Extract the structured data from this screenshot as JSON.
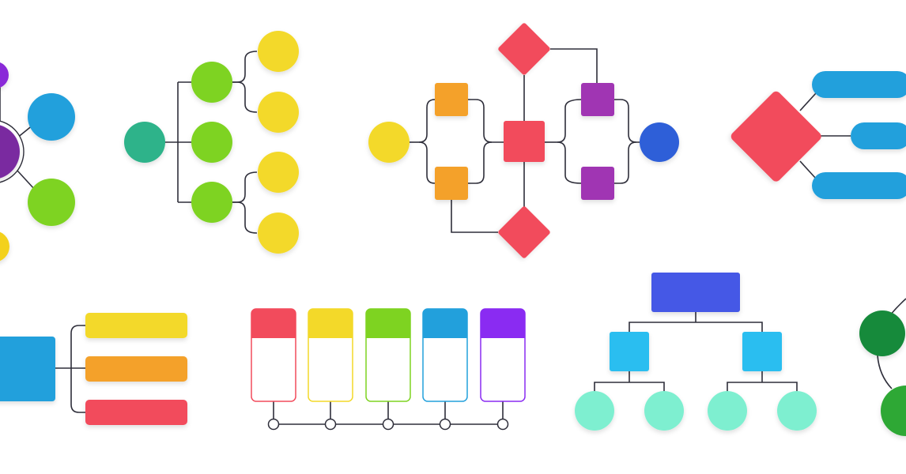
{
  "diagrams": [
    {
      "id": "radial-mindmap",
      "kind": "radial",
      "colors": {
        "hub": "#7a2aa0",
        "top": "#8a2bd8",
        "upper_right": "#22a0dc",
        "lower_right": "#7ed321",
        "bottom": "#f3d11f"
      }
    },
    {
      "id": "tree-mindmap",
      "kind": "tree",
      "colors": {
        "root": "#2db38a",
        "branch": "#7ed321",
        "leaf": "#f3d929"
      }
    },
    {
      "id": "decision-flowchart",
      "kind": "flowchart",
      "colors": {
        "start": "#f3d929",
        "process_a": "#f4a12b",
        "decision": "#f24b5c",
        "process_b": "#a035b3",
        "end": "#2e5fd8"
      }
    },
    {
      "id": "diamond-branch",
      "kind": "branch",
      "colors": {
        "diamond": "#f24b5c",
        "bar": "#22a0dc"
      }
    },
    {
      "id": "bracket-list",
      "kind": "list",
      "colors": {
        "block": "#22a0dc",
        "bars": [
          "#f3d929",
          "#f4a12b",
          "#f24b5c"
        ]
      }
    },
    {
      "id": "timeline-cards",
      "kind": "timeline",
      "colors": {
        "cards": [
          "#f24b5c",
          "#f3d929",
          "#7ed321",
          "#22a0dc",
          "#8a2bf2"
        ]
      }
    },
    {
      "id": "org-chart",
      "kind": "hierarchy",
      "colors": {
        "top": "#4459e6",
        "mid": "#2bbef0",
        "leaf": "#7eefd0"
      }
    },
    {
      "id": "green-circles",
      "kind": "network",
      "colors": {
        "nodes": [
          "#148a3a",
          "#2fa836"
        ]
      }
    }
  ]
}
